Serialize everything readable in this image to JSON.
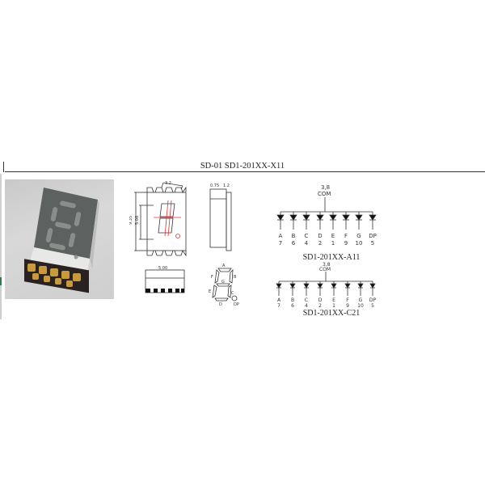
{
  "document": {
    "title": "SD-01 SD1-201XX-X11"
  },
  "photo": {
    "alt": "SMD 7-segment LED display photo"
  },
  "dimensions": {
    "front_top_width": "3.2",
    "front_height_outer": "9.35",
    "front_height_inner": "5.08",
    "side_width": "0.75",
    "side_label": "1.2",
    "bottom_width": "5.00"
  },
  "segment_diagram": {
    "labels": [
      "A",
      "B",
      "C",
      "D",
      "E",
      "F",
      "G",
      "DP"
    ]
  },
  "circuit_a11": {
    "common_pin": "3,8",
    "common_label": "COM",
    "caption": "SD1-201XX-A11",
    "segments": [
      "A",
      "B",
      "C",
      "D",
      "E",
      "F",
      "G",
      "DP"
    ],
    "pins": [
      "7",
      "6",
      "4",
      "2",
      "1",
      "9",
      "10",
      "5"
    ]
  },
  "circuit_c21": {
    "common_pin": "3,8",
    "common_label": "COM",
    "caption": "SD1-201XX-C21",
    "segments": [
      "A",
      "B",
      "C",
      "D",
      "E",
      "F",
      "G",
      "DP"
    ],
    "pins": [
      "7",
      "6",
      "4",
      "2",
      "1",
      "9",
      "10",
      "5"
    ]
  },
  "colors": {
    "line": "#333333",
    "red_marker": "#e03030",
    "pad_gold": "#c89a3c"
  }
}
